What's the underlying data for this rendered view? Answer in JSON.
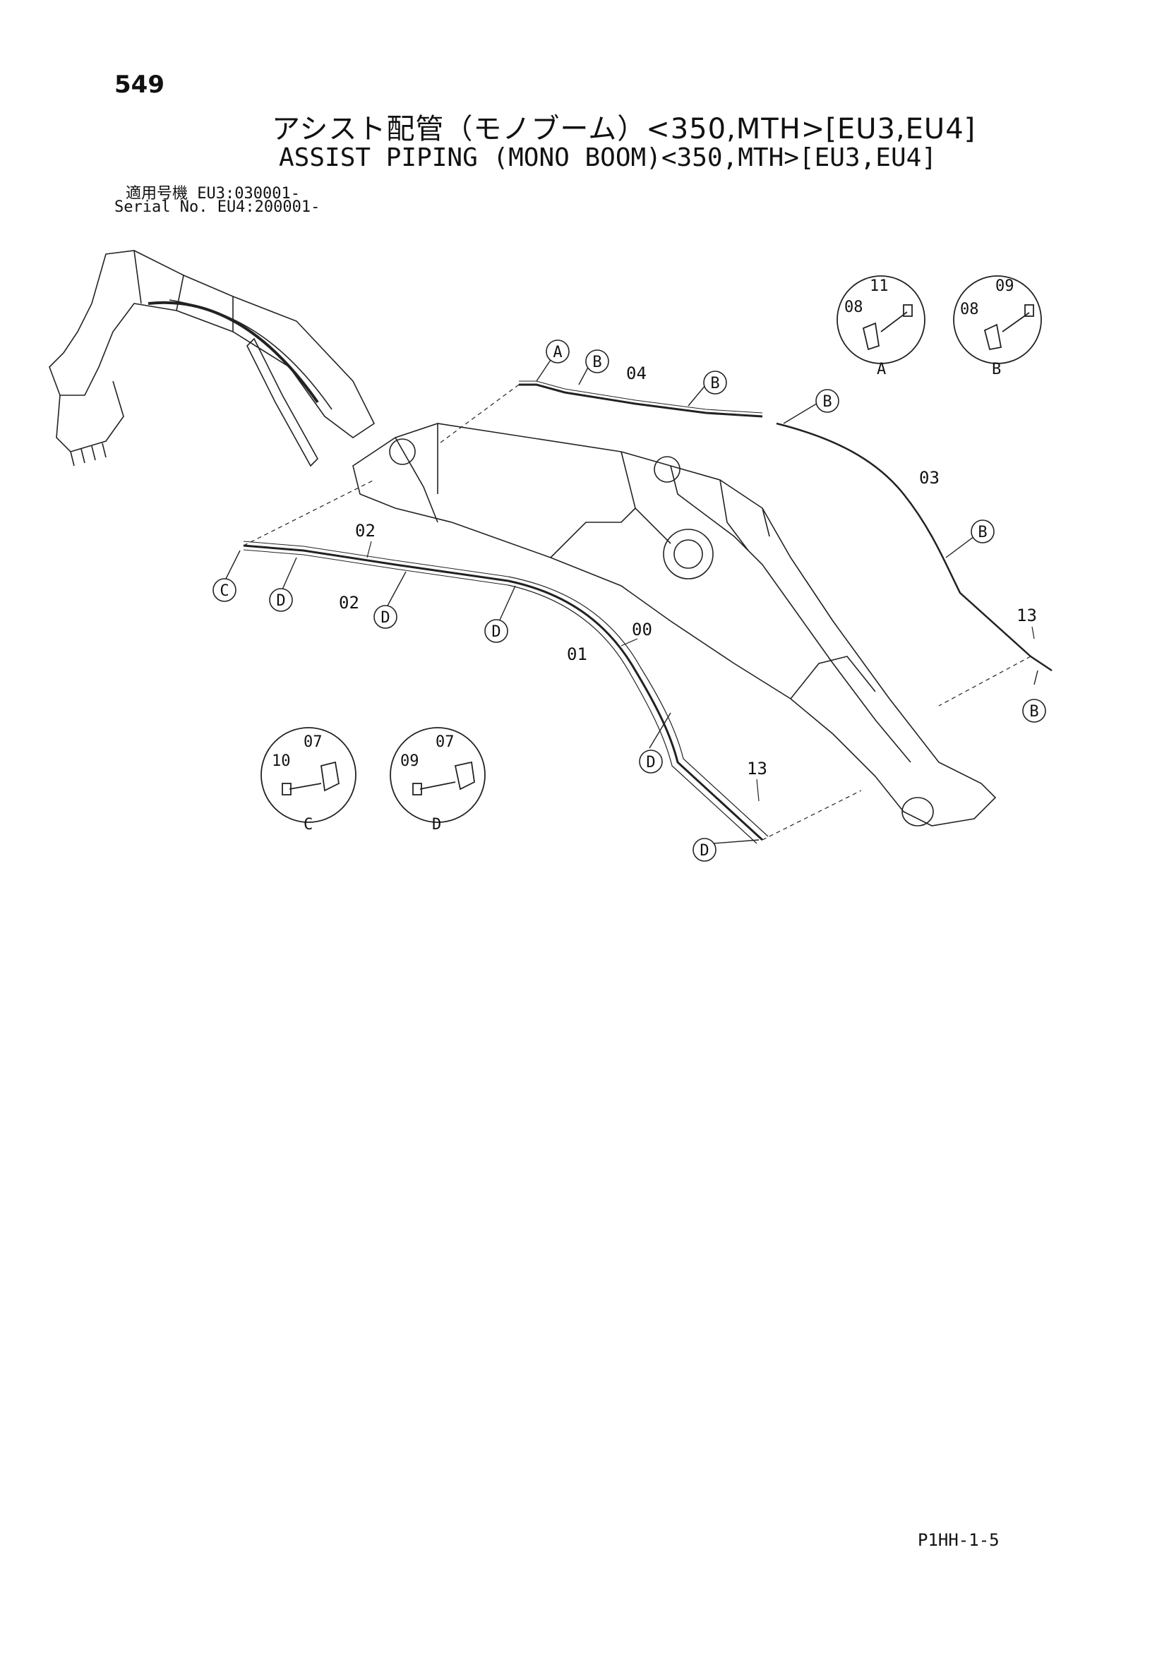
{
  "page_number": "549",
  "title_jp": "アシスト配管（モノブーム）<350,MTH>[EU3,EU4]",
  "title_en": "ASSIST PIPING (MONO BOOM)<350,MTH>[EU3,EU4]",
  "serial": {
    "line1": "適用号機  EU3:030001-",
    "line2": "Serial No. EU4:200001-"
  },
  "part_labels": {
    "p00": "00",
    "p01": "01",
    "p02a": "02",
    "p02b": "02",
    "p03": "03",
    "p04": "04",
    "p13a": "13",
    "p13b": "13"
  },
  "callouts": {
    "A": "A",
    "B": "B",
    "C": "C",
    "D": "D"
  },
  "details": {
    "detail_A": {
      "label": "A",
      "parts": [
        "08",
        "11"
      ]
    },
    "detail_B": {
      "label": "B",
      "parts": [
        "08",
        "09"
      ]
    },
    "detail_C": {
      "label": "C",
      "parts": [
        "10",
        "07"
      ]
    },
    "detail_D": {
      "label": "D",
      "parts": [
        "09",
        "07"
      ]
    }
  },
  "footer_code": "P1HH-1-5"
}
